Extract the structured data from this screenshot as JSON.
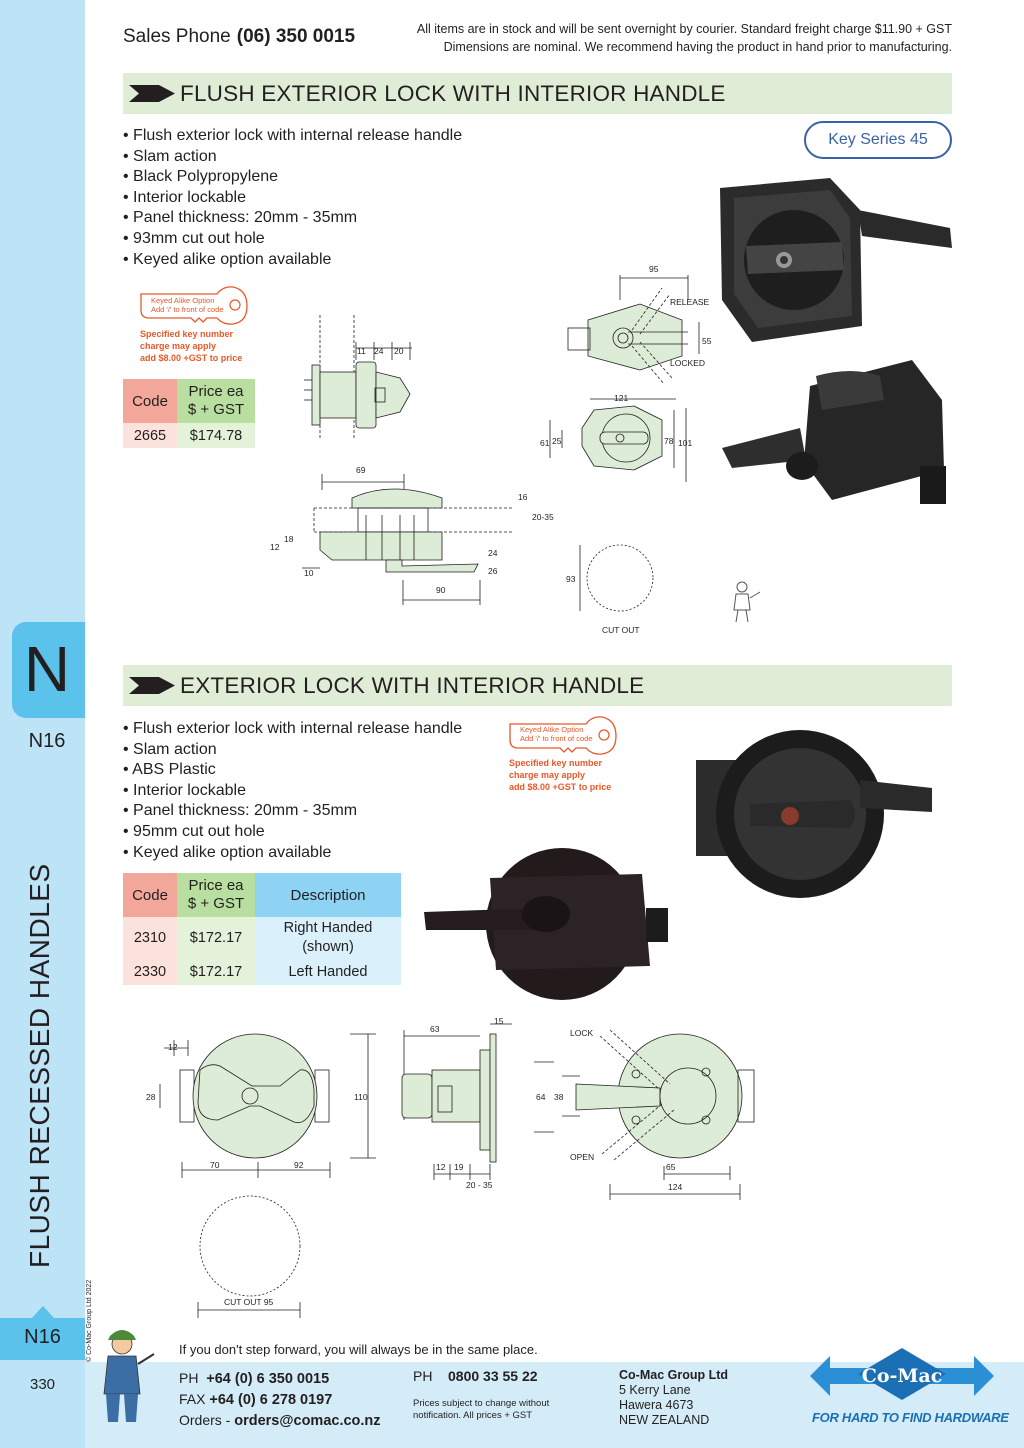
{
  "header": {
    "sales_label": "Sales Phone",
    "sales_number": "(06) 350 0015",
    "notice_line1": "All items are in stock and will be sent overnight by courier. Standard freight charge $11.90 + GST",
    "notice_line2": "Dimensions are nominal. We recommend having the product in hand prior to manufacturing."
  },
  "sidebar": {
    "letter": "N",
    "code_top": "N16",
    "category": "FLUSH RECESSED HANDLES",
    "copyright": "© Co-Mac Group Ltd 2022",
    "code_bottom": "N16",
    "page_number": "330"
  },
  "section1": {
    "title": "FLUSH EXTERIOR LOCK WITH INTERIOR HANDLE",
    "bullets": [
      "Flush exterior lock with internal release handle",
      "Slam action",
      "Black Polypropylene",
      "Interior lockable",
      "Panel thickness: 20mm - 35mm",
      "93mm cut out hole",
      "Keyed alike option available"
    ],
    "key_series": "Key Series 45",
    "key_option": {
      "line1": "Keyed Alike Option",
      "line2": "Add '/' to front of code",
      "line3": "Specified key number",
      "line4": "charge may apply",
      "line5": "add $8.00 +GST to price"
    },
    "table": {
      "headers": [
        "Code",
        "Price ea",
        "$ + GST"
      ],
      "rows": [
        {
          "code": "2665",
          "price": "$174.78"
        }
      ]
    },
    "dims": {
      "d11": "11",
      "d24": "24",
      "d20": "20",
      "d69": "69",
      "d95": "95",
      "release": "RELEASE",
      "locked": "LOCKED",
      "d55": "55",
      "d121": "121",
      "d61": "61",
      "d25": "25",
      "d78": "78",
      "d101": "101",
      "d16": "16",
      "d20_35": "20-35",
      "d12": "12",
      "d18": "18",
      "d10": "10",
      "d90": "90",
      "d24b": "24",
      "d26": "26",
      "d93": "93",
      "cutout": "CUT OUT"
    }
  },
  "section2": {
    "title": "EXTERIOR LOCK WITH INTERIOR HANDLE",
    "bullets": [
      "Flush exterior lock with internal release handle",
      "Slam action",
      "ABS Plastic",
      "Interior lockable",
      "Panel thickness: 20mm - 35mm",
      "95mm cut out hole",
      "Keyed alike option available"
    ],
    "key_option": {
      "line1": "Keyed Alike Option",
      "line2": "Add '/' to front of code",
      "line3": "Specified key number",
      "line4": "charge may apply",
      "line5": "add $8.00 +GST to price"
    },
    "table": {
      "headers": [
        "Code",
        "Price ea",
        "$ + GST",
        "Description"
      ],
      "rows": [
        {
          "code": "2310",
          "price": "$172.17",
          "desc1": "Right Handed",
          "desc2": "(shown)"
        },
        {
          "code": "2330",
          "price": "$172.17",
          "desc1": "Left Handed",
          "desc2": ""
        }
      ]
    },
    "dims": {
      "d12": "12",
      "d28": "28",
      "d110": "110",
      "d70": "70",
      "d92": "92",
      "d63": "63",
      "d15": "15",
      "d12b": "12",
      "d19": "19",
      "d20_35": "20 - 35",
      "lock": "LOCK",
      "open": "OPEN",
      "d64": "64",
      "d38": "38",
      "d65": "65",
      "d124": "124",
      "cutout": "CUT OUT 95"
    }
  },
  "footer": {
    "quote": "If you don't step forward, you will always be in the same place.",
    "ph_label": "PH",
    "ph_number": "+64 (0) 6 350 0015",
    "fax_label": "FAX",
    "fax_number": "+64 (0) 6 278 0197",
    "orders_label": "Orders -",
    "orders_email": "orders@comac.co.nz",
    "ph2_label": "PH",
    "ph2_number": "0800 33 55 22",
    "small1": "Prices subject to change without",
    "small2": "notification. All prices + GST",
    "company": "Co-Mac Group Ltd",
    "addr1": "5 Kerry Lane",
    "addr2": "Hawera 4673",
    "addr3": "NEW ZEALAND",
    "logo_text": "Co-Mac",
    "tagline": "FOR HARD TO FIND HARDWARE"
  },
  "colors": {
    "sidebar": "#bde3f6",
    "tab": "#5bc2ec",
    "section_bar": "#e0edd6",
    "code_header": "#f2a79a",
    "price_header": "#b9dfa0",
    "desc_header": "#8fd3f4",
    "key_orange": "#e8582a",
    "brand_blue": "#1a6fb5"
  }
}
